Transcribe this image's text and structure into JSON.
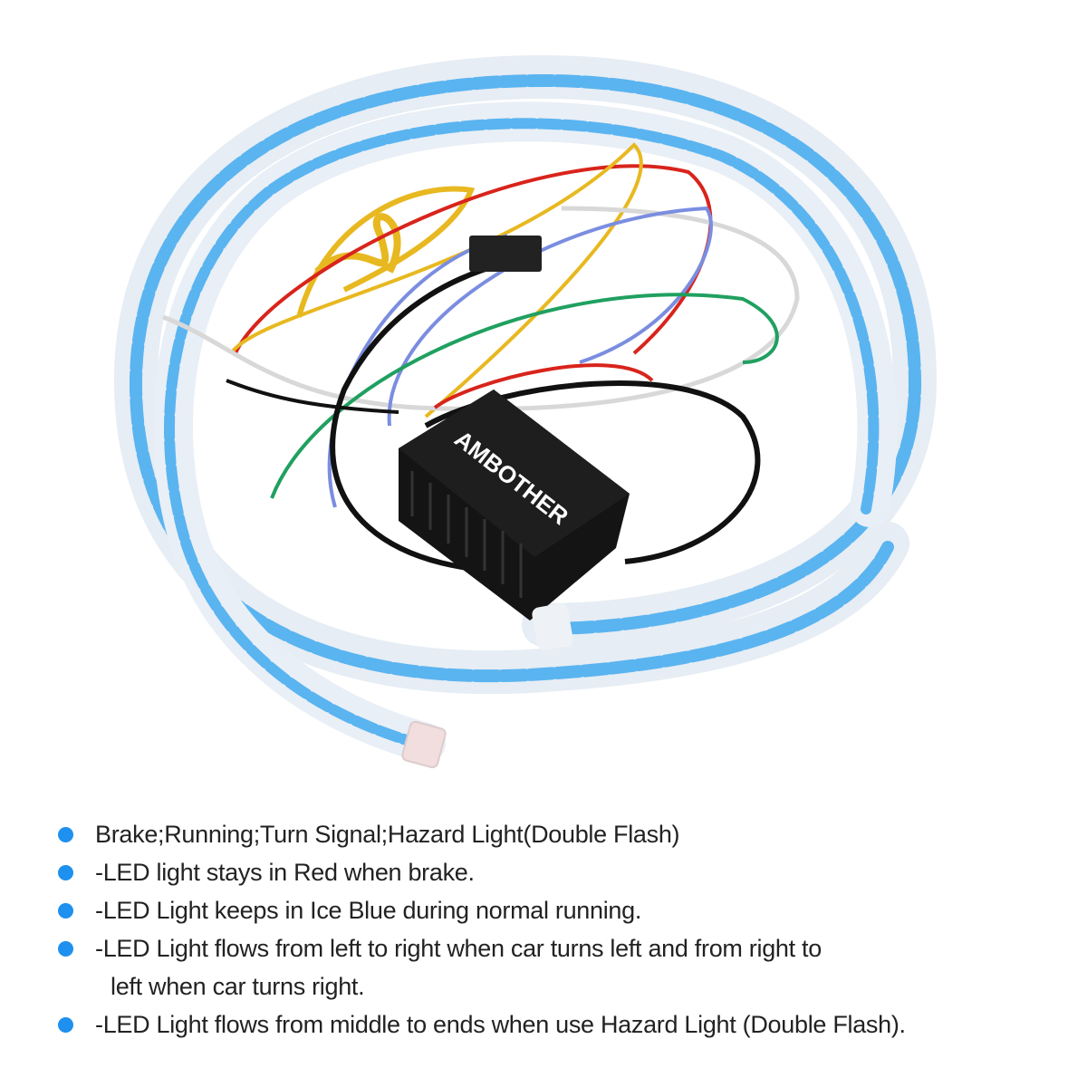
{
  "product": {
    "brand_logo": "AMBOTHER",
    "strip_color": "#5ab4f0",
    "box_color": "#111111"
  },
  "bullet_color": "#1e90f0",
  "features": [
    {
      "text": "Brake;Running;Turn Signal;Hazard Light(Double Flash)",
      "bullet": true
    },
    {
      "text": "-LED light stays in Red when brake.",
      "bullet": true
    },
    {
      "text": "-LED Light keeps in Ice Blue during normal running.",
      "bullet": true
    },
    {
      "text": "-LED Light flows from left to right when car turns left and from right to",
      "bullet": true
    },
    {
      "text": "left when car turns right.",
      "bullet": false
    },
    {
      "text": "-LED Light flows from middle to ends when use Hazard Light (Double Flash).",
      "bullet": true
    }
  ]
}
